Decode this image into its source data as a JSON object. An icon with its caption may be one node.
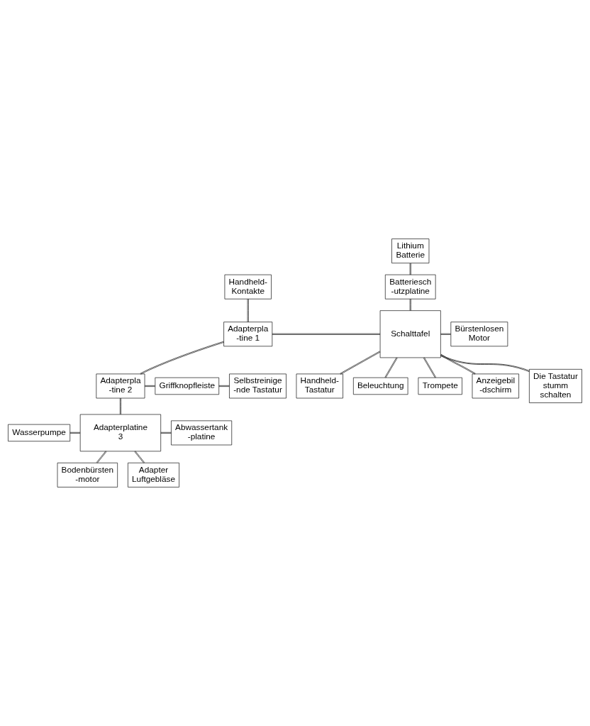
{
  "diagram": {
    "nodes": [
      {
        "text": [
          "Lithium Batterie"
        ]
      },
      {
        "text": [
          "Batteriesch -utzplatine"
        ]
      },
      {
        "text": [
          "Handheld- Kontakte"
        ]
      },
      {
        "text": [
          "Adapterpla -tine 1"
        ]
      },
      {
        "text": [
          "Schalttafel"
        ]
      },
      {
        "text": [
          "Bürstenlosen Motor"
        ]
      },
      {
        "text": [
          "Handheld- Tastatur"
        ]
      },
      {
        "text": [
          "Trompete"
        ]
      },
      {
        "text": [
          "Beleuchtung"
        ]
      },
      {
        "text": [
          "Anzeigebil -dschirm"
        ]
      },
      {
        "text": [
          "Die Tastatur stumm schalten"
        ]
      },
      {
        "text": [
          "Adapterpla -tine 2"
        ]
      },
      {
        "text": [
          "Griffknopfleiste"
        ]
      },
      {
        "text": [
          "Selbstreinige -nde Tastatur"
        ]
      },
      {
        "text": [
          "Wasserpumpe"
        ]
      },
      {
        "text": [
          "Adapterplatine 3"
        ]
      },
      {
        "text": [
          "Abwassertank -platine"
        ]
      },
      {
        "text": [
          "Adapter Luftgebläse"
        ]
      },
      {
        "text": [
          "Bodenbürsten -motor"
        ]
      }
    ],
    "edges": [
      {
        "from": 0,
        "to": 1,
        "arrow": "none"
      },
      {
        "from": 1,
        "to": 4,
        "arrow": "none"
      },
      {
        "from": 2,
        "to": 3,
        "arrow": "none"
      },
      {
        "from": 3,
        "to": 4,
        "arrow": "none"
      },
      {
        "from": 4,
        "to": 5,
        "arrow": "none"
      },
      {
        "from": 6,
        "to": 4,
        "arrow": "none"
      },
      {
        "from": 4,
        "to": 7,
        "arrow": "none"
      },
      {
        "from": 8,
        "to": 4,
        "arrow": "none"
      },
      {
        "from": 4,
        "to": 9,
        "arrow": "none"
      },
      {
        "from": 4,
        "to": 10,
        "arrow": "none"
      },
      {
        "from": 3,
        "to": 11,
        "arrow": "none"
      },
      {
        "from": 11,
        "to": 12,
        "arrow": "none"
      },
      {
        "from": 12,
        "to": 13,
        "arrow": "none"
      },
      {
        "from": 11,
        "to": 15,
        "arrow": "none"
      },
      {
        "from": 14,
        "to": 15,
        "arrow": "none"
      },
      {
        "from": 15,
        "to": 16,
        "arrow": "none"
      },
      {
        "from": 17,
        "to": 15,
        "arrow": "none"
      },
      {
        "from": 15,
        "to": 18,
        "arrow": "none"
      }
    ]
  }
}
